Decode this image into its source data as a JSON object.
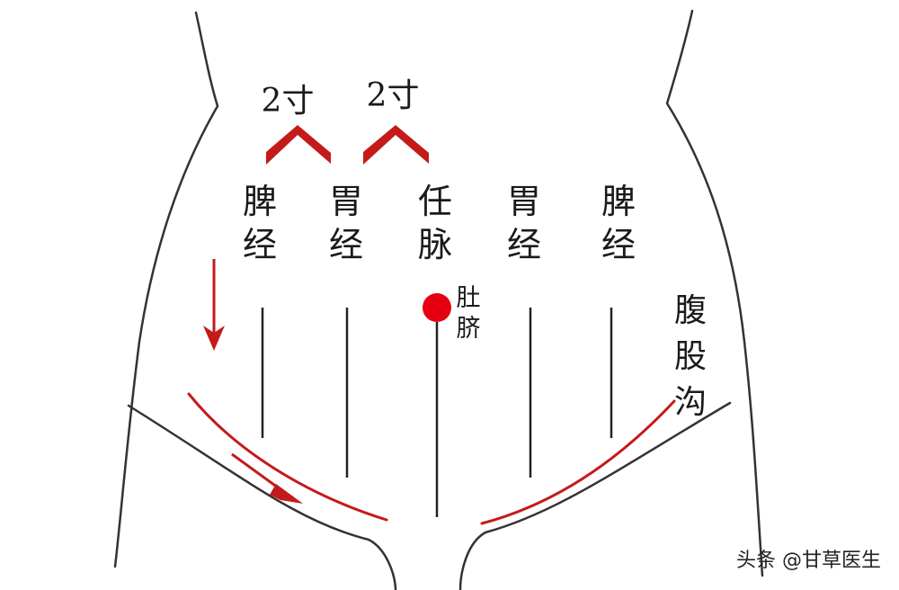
{
  "colors": {
    "accent_red": "#c41a1a",
    "marker_red": "#e60012",
    "outline": "#333333",
    "meridian_line": "#222222"
  },
  "spacing_labels": [
    "2寸",
    "2寸"
  ],
  "meridians": {
    "spleen_left": [
      "脾",
      "经"
    ],
    "stomach_left": [
      "胃",
      "经"
    ],
    "conception": [
      "任",
      "脉"
    ],
    "stomach_right": [
      "胃",
      "经"
    ],
    "spleen_right": [
      "脾",
      "经"
    ]
  },
  "navel_label": [
    "肚",
    "脐"
  ],
  "groin_label": [
    "腹",
    "股",
    "沟"
  ],
  "watermark": "头条 @甘草医生",
  "icons": {
    "spacing_marker": "chevron-up-icon",
    "direction_arrow": "arrow-icon",
    "navel_point": "red-dot-icon"
  }
}
